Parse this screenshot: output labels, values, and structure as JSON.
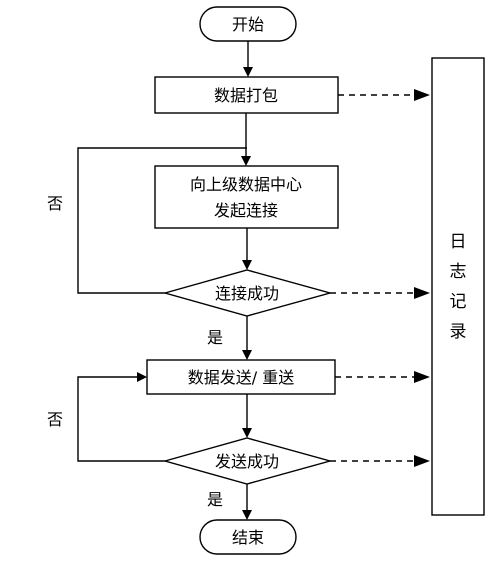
{
  "nodes": {
    "start": "开始",
    "pack": "数据打包",
    "connect_line1": "向上级数据中心",
    "connect_line2": "发起连接",
    "connect_check": "连接成功",
    "send": "数据发送/ 重送",
    "send_check": "发送成功",
    "end": "结束"
  },
  "edge_labels": {
    "connect_no": "否",
    "connect_yes": "是",
    "send_no": "否",
    "send_yes": "是"
  },
  "log_box": {
    "chars": [
      "日",
      "志",
      "记",
      "录"
    ]
  }
}
